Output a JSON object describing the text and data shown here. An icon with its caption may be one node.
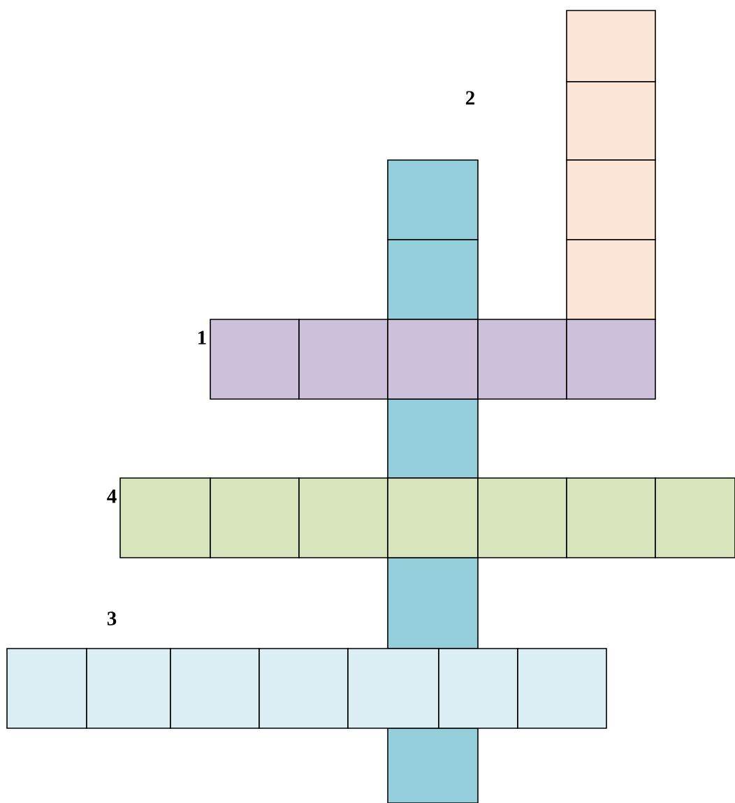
{
  "diagram": {
    "labels": [
      "2",
      "1",
      "4",
      "3"
    ]
  }
}
